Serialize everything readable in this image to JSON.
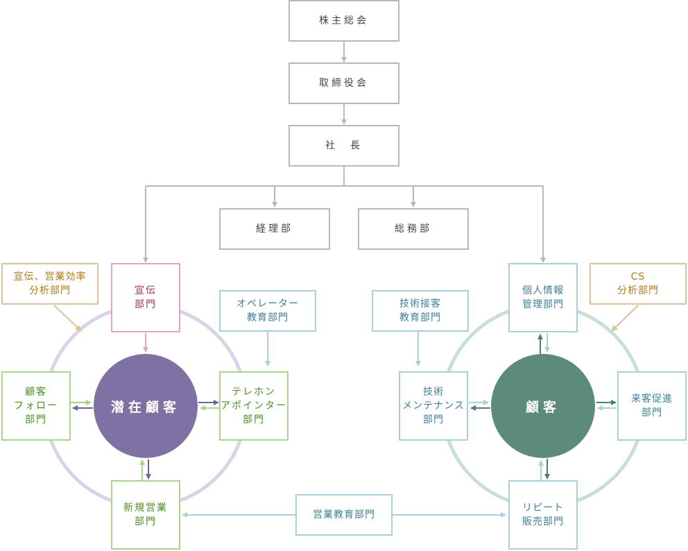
{
  "hierarchy": {
    "shareholders": "株主総会",
    "board": "取締役会",
    "president": "社　長",
    "accounting": "経理部",
    "general_affairs": "総務部"
  },
  "left_cluster": {
    "center": "潜在顧客",
    "promotion_analysis": "宣伝、営業効率\n分析部門",
    "advertising": "宣伝\n部門",
    "operator_training": "オペレーター\n教育部門",
    "customer_follow": "顧客\nフォロー\n部門",
    "telephone_appointer": "テレホン\nアポインター\n部門",
    "new_sales": "新規営業\n部門"
  },
  "middle": {
    "sales_training": "営業教育部門"
  },
  "right_cluster": {
    "center": "顧客",
    "cs_analysis": "CS\n分析部門",
    "privacy": "個人情報\n管理部門",
    "tech_hospitality_training": "技術接客\n教育部門",
    "tech_maintenance": "技術\nメンテナンス\n部門",
    "visit_promotion": "来客促進\n部門",
    "repeat_sales": "リピート\n販売部門"
  },
  "colors": {
    "gray": "#b8b8b8",
    "pink": "#e3a5bd",
    "gold": "#d9c39a",
    "blue": "#a9cfdc",
    "green": "#a9d48a",
    "purple_circle": "#7f72a2",
    "green_circle": "#5c8b7a",
    "left_ring": "#d8d3e8",
    "right_ring": "#c7e0d6"
  }
}
